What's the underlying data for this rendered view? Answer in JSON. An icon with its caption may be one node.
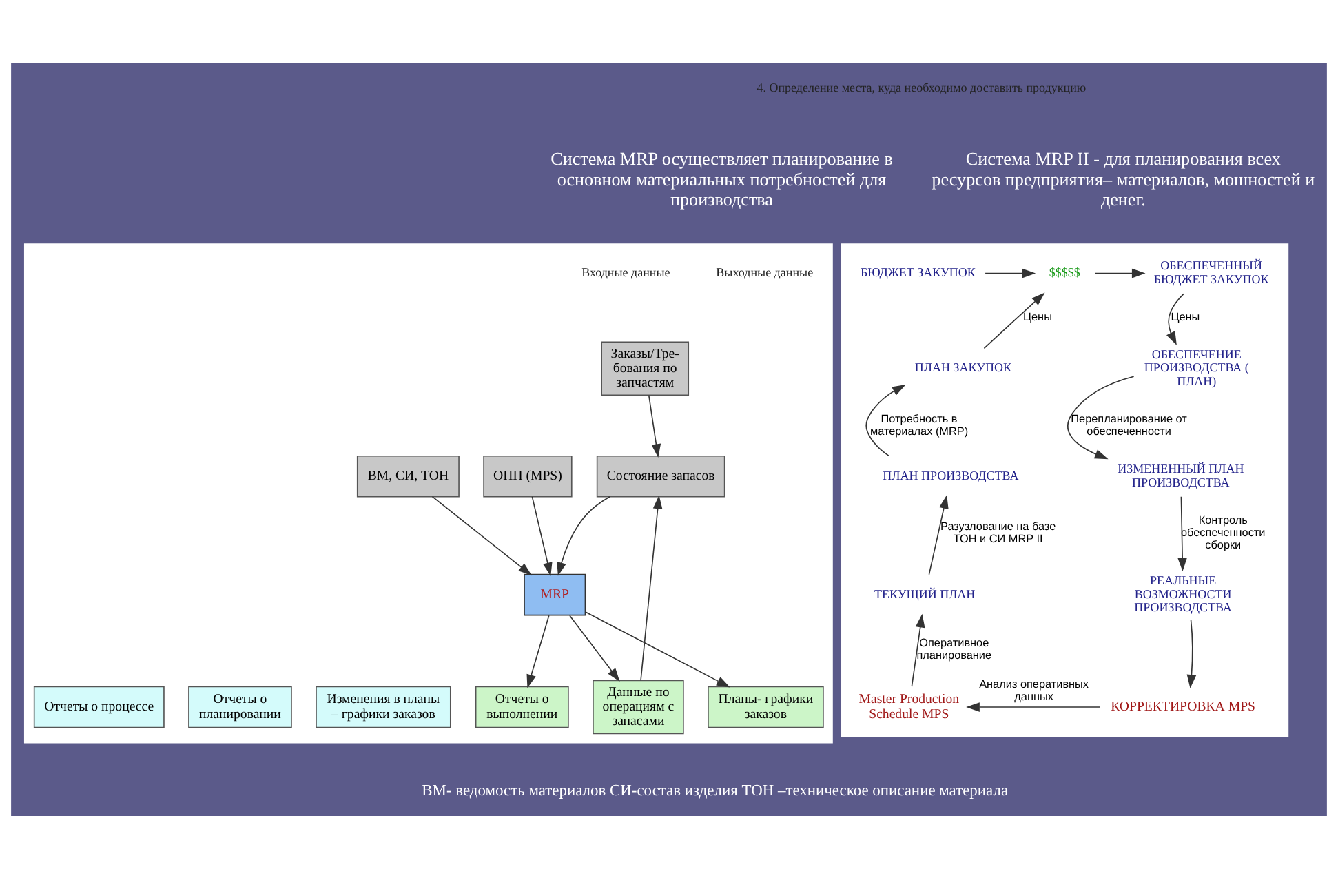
{
  "diagram": {
    "nodes": [
      {
        "text": [],
        "shape": "box"
      },
      {
        "text": [
          "Заказы/Тре- бования по запчастям"
        ],
        "in": 0
      },
      {
        "text": [
          "Состояние запасов"
        ],
        "in": 0
      },
      {
        "text": [
          "ОПП (MPS)"
        ],
        "in": 0
      },
      {
        "text": [
          "ВМ, СИ, ТОН"
        ],
        "in": 0
      },
      {
        "text": [
          "MRP"
        ],
        "in": 0
      },
      {
        "text": [
          "Данные по операциям с запасами"
        ],
        "in": 0
      },
      {
        "text": [
          "Изменения в планы – графики заказов"
        ],
        "in": 0
      },
      {
        "text": [
          "Планы- графики заказов"
        ],
        "in": 0
      },
      {
        "text": [
          "Отчеты о планировании"
        ],
        "in": 0
      },
      {
        "text": [
          "Отчеты о процессе"
        ],
        "in": 0
      },
      {
        "text": [
          "Отчеты о выполнении"
        ],
        "in": 0
      },
      {
        "text": [],
        "shape": "box"
      },
      {
        "text": [
          "БЮДЖЕТ ЗАКУПОК"
        ],
        "in": 12
      },
      {
        "text": [
          "$$$$$"
        ],
        "in": 12
      },
      {
        "text": [
          "ОБЕСПЕЧЕННЫЙ БЮДЖЕТ ЗАКУПОК"
        ],
        "in": 12
      },
      {
        "text": [
          "ПЛАН ЗАКУПОК"
        ],
        "in": 12
      },
      {
        "text": [
          "ОБЕСПЕЧЕНИЕ ПРОИЗВОДСТВА ( ПЛАН)"
        ],
        "in": 12
      },
      {
        "text": [
          "ПЛАН ПРОИЗВОДСТВА"
        ],
        "in": 12
      },
      {
        "text": [
          "ИЗМЕНЕННЫЙ ПЛАН ПРОИЗВОДСТВА"
        ],
        "in": 12
      },
      {
        "text": [
          "ТЕКУЩИЙ ПЛАН"
        ],
        "in": 12
      },
      {
        "text": [
          "РЕАЛЬНЫЕ ВОЗМОЖНОСТИ ПРОИЗВОДСТВА"
        ],
        "in": 12
      },
      {
        "text": [
          "Master Production Schedule MPS"
        ],
        "in": 12
      },
      {
        "text": [
          "КОРРЕКТИРОВКА MPS"
        ],
        "in": 12
      }
    ],
    "edges": [
      {
        "from": 1,
        "to": 2,
        "arrow": "to"
      },
      {
        "from": 6,
        "to": 2,
        "arrow": "to"
      },
      {
        "from": 2,
        "to": 5,
        "arrow": "to"
      },
      {
        "from": 3,
        "to": 5,
        "arrow": "to"
      },
      {
        "from": 4,
        "to": 5,
        "arrow": "to"
      },
      {
        "from": 5,
        "to": 6,
        "arrow": "to"
      },
      {
        "from": 5,
        "to": 8,
        "arrow": "to"
      },
      {
        "from": 5,
        "to": 11,
        "arrow": "to"
      },
      {
        "from": 13,
        "to": 14,
        "arrow": "to"
      },
      {
        "from": 14,
        "to": 15,
        "arrow": "to"
      },
      {
        "from": 16,
        "to": 14,
        "arrow": "to",
        "label": "Цены"
      },
      {
        "from": 15,
        "to": 17,
        "arrow": "to",
        "label": "Цены"
      },
      {
        "from": 18,
        "to": 16,
        "arrow": "to",
        "label": "Потребность в материалах (MRP)"
      },
      {
        "from": 17,
        "to": 19,
        "arrow": "to",
        "label": "Перепланирование от обеспеченности"
      },
      {
        "from": 20,
        "to": 18,
        "arrow": "to",
        "label": "Разузлование на базе ТОН и СИ MRP II"
      },
      {
        "from": 19,
        "to": 21,
        "arrow": "to",
        "label": "Контроль обеспеченности сборки"
      },
      {
        "from": 22,
        "to": 20,
        "arrow": "to",
        "label": "Оперативное планирование"
      },
      {
        "from": 21,
        "to": 23,
        "arrow": "to"
      },
      {
        "from": 23,
        "to": 22,
        "arrow": "to",
        "label": "Анализ оперативных данных"
      }
    ],
    "labels": [
      "4. Определение места, куда необходимо доставить продукцию",
      "Система MRP осуществляет планирование в основном материальных потребностей для производства",
      "Система MRP II - для планирования всех ресурсов предприятия– материалов, мошностей и денег.",
      "Входные данные",
      "Выходные данные",
      "ВМ- ведомость материалов СИ-состав изделия ТОН –техническое описание материала"
    ]
  }
}
